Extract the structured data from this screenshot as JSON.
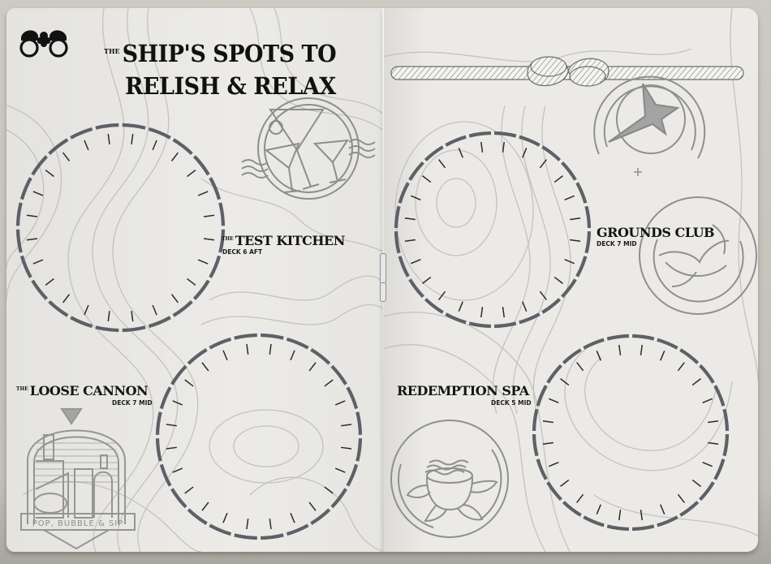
{
  "booklet": {
    "left_page": {
      "heading": {
        "prefix": "THE",
        "line1": "SHIP'S SPOTS TO",
        "line2": "RELISH & RELAX"
      },
      "corner_icon": "binoculars-icon",
      "venues": [
        {
          "prefix": "THE",
          "name": "TEST KITCHEN",
          "deck": "DECK 6 AFT"
        },
        {
          "prefix": "THE",
          "name": "LOOSE CANNON",
          "deck": "DECK 7 MID"
        }
      ],
      "badges": [
        {
          "icon": "cocktail-glasses-icon"
        },
        {
          "icon": "pop-bubble-sip-badge-icon",
          "text": "POP, BUBBLE & SIP"
        }
      ]
    },
    "right_page": {
      "decoration": "rope-knot-icon",
      "venues": [
        {
          "prefix": "",
          "name": "GROUNDS CLUB",
          "deck": "DECK 7 MID"
        },
        {
          "prefix": "",
          "name": "REDEMPTION SPA",
          "deck": "DECK 5 MID"
        }
      ],
      "badges": [
        {
          "icon": "shooting-star-icon"
        },
        {
          "icon": "coffee-leaf-icon"
        },
        {
          "icon": "tea-cup-lotus-icon"
        }
      ]
    },
    "clock": {
      "segments": 24,
      "ticks": 24,
      "rim_color": "#5e6068",
      "tick_color": "#2a2a2a"
    }
  }
}
